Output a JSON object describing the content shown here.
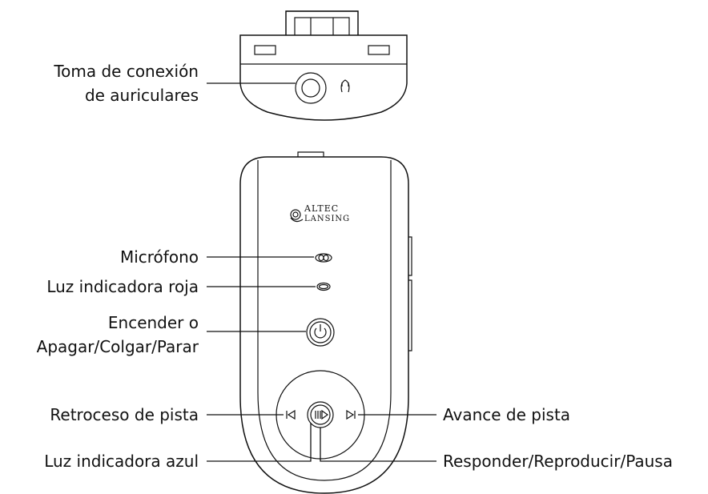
{
  "labels": {
    "headphone_jack": [
      "Toma de conexión",
      "de auriculares"
    ],
    "microphone": "Micrófono",
    "red_led": "Luz indicadora roja",
    "power": [
      "Encender o",
      "Apagar/Colgar/Parar"
    ],
    "previous_track": "Retroceso de pista",
    "blue_led": "Luz indicadora azul",
    "next_track": "Avance de pista",
    "answer_play": "Responder/Reproducir/Pausa"
  },
  "logo": {
    "line1": "ALTEC",
    "line2": "LANSING"
  },
  "icons": {
    "headphone": "headphone-symbol-icon",
    "power": "power-icon",
    "previous": "skip-back-icon",
    "next": "skip-forward-icon",
    "play_pause": "play-pause-icon"
  }
}
